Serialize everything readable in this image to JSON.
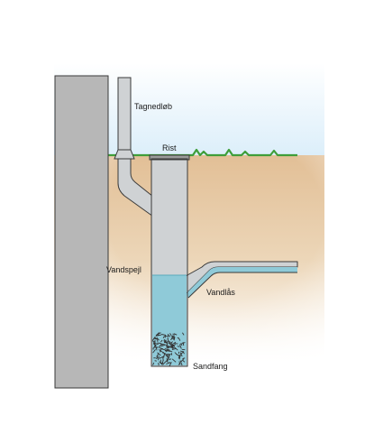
{
  "labels": {
    "downpipe": "Tagnedløb",
    "grate": "Rist",
    "water_level": "Vandspejl",
    "water_seal": "Vandlås",
    "sand_trap": "Sandfang"
  },
  "colors": {
    "sky": "#dbeefa",
    "soil": "#e8caa6",
    "grass": "#3f9e3a",
    "wall": "#b7b7b7",
    "pipe": "#cfd2d4",
    "water": "#8fcad8",
    "outline": "#3a3a3a",
    "gravel": "#333333"
  }
}
